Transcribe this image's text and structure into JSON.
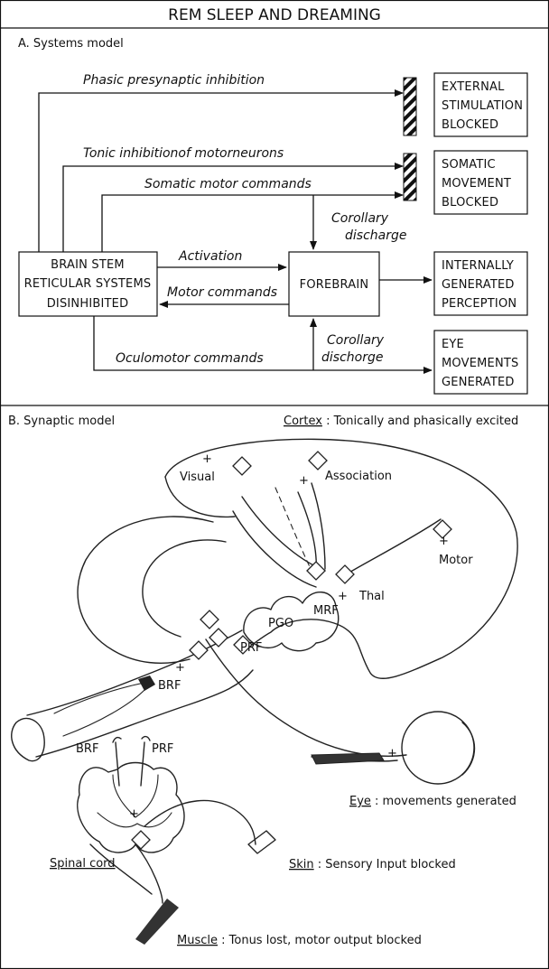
{
  "title": "REM SLEEP AND DREAMING",
  "systems": {
    "heading": "A. Systems model",
    "labels": {
      "phasic": "Phasic presynaptic inhibition",
      "tonic": "Tonic inhibitionof motorneurons",
      "somatic_cmd": "Somatic motor commands",
      "corollary1_a": "Corollary",
      "corollary1_b": "discharge",
      "activation": "Activation",
      "motor_cmd": "Motor commands",
      "oculomotor": "Oculomotor commands",
      "corollary2_a": "Corollary",
      "corollary2_b": "dischorge"
    },
    "boxes": {
      "brainstem": [
        "BRAIN STEM",
        "RETICULAR SYSTEMS",
        "DISINHIBITED"
      ],
      "forebrain": [
        "FOREBRAIN"
      ],
      "external": [
        "EXTERNAL",
        "STIMULATION",
        "BLOCKED"
      ],
      "somatic": [
        "SOMATIC",
        "MOVEMENT",
        "BLOCKED"
      ],
      "internal": [
        "INTERNALLY",
        "GENERATED",
        "PERCEPTION"
      ],
      "eye": [
        "EYE",
        "MOVEMENTS",
        "GENERATED"
      ]
    }
  },
  "synaptic": {
    "heading": "B. Synaptic model",
    "cortex_label": "Cortex",
    "cortex_text": " : Tonically and phasically excited",
    "visual": "Visual",
    "association": "Association",
    "motor": "Motor",
    "thal": "Thal",
    "mrf": "MRF",
    "pgo": "PGO",
    "prf": "PRF",
    "brf": "BRF",
    "brf2": "BRF",
    "prf2": "PRF",
    "plus": "+",
    "eye_label": "Eye",
    "eye_text": " : movements generated",
    "spinal": "Spinal cord",
    "skin_label": "Skin",
    "skin_text": " : Sensory Input blocked",
    "muscle_label": "Muscle",
    "muscle_text": " : Tonus lost, motor output blocked"
  }
}
